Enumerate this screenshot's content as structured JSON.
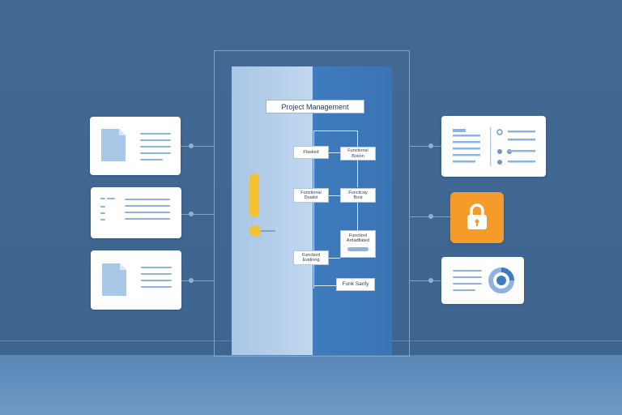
{
  "diagram": {
    "title": "Project Management",
    "nodes": {
      "n1": "Flasked",
      "n2a": "Functional",
      "n2b": "Boson",
      "n3a": "Functional",
      "n3b": "Doalist",
      "n4a": "Functicay",
      "n4b": "Bost",
      "n5a": "Functionl",
      "n5b": "Ardadfiated",
      "n6a": "Functionl",
      "n6b": "Evidinng",
      "n7": "Funk Sarify"
    }
  },
  "icons": {
    "left_top": "document-icon",
    "left_middle": "list-icon",
    "left_bottom": "document-icon",
    "right_top": "settings-panel-icon",
    "right_middle": "lock-icon",
    "right_bottom": "pie-chart-icon"
  },
  "colors": {
    "background": "#3f6690",
    "door_light": "#b7d0ea",
    "door_dark": "#3c78b8",
    "accent": "#f49b2a",
    "handle": "#f2c233"
  }
}
